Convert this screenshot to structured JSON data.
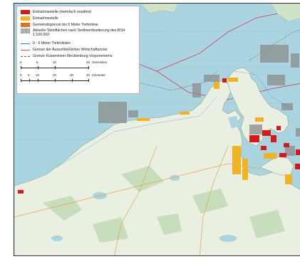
{
  "legend": {
    "items": [
      {
        "label": "Entnahmestelle (mehrfach erwähnt)",
        "color": "#d7191c"
      },
      {
        "label": "Entnahmestelle",
        "color": "#f0b323"
      },
      {
        "label": "Gemeindegrenze bis 6 Meter Tiefenlinie",
        "color": "#f0b323"
      },
      {
        "label": "Aktuelle Steinflächen nach Sedimentkartierung des BSH 1:100.000",
        "color": "#8c8c8c"
      },
      {
        "label": "0 - 6 Meter Tiefenlinien",
        "color": "#2c7bd6"
      },
      {
        "label": "Grenze der Ausschließlichen Wirtschaftszone",
        "color": "#cc4b6e"
      },
      {
        "label": "Grenze Küstenmeer Mecklenburg-Vorpommerns",
        "color": "#666666"
      }
    ],
    "scale_nm": {
      "ticks": [
        "0",
        "5",
        "10",
        "20"
      ],
      "unit": "Seemeilen"
    },
    "scale_km": {
      "ticks": [
        "0",
        "5",
        "10",
        "20",
        "30",
        "40"
      ],
      "unit": "Kilometer"
    }
  }
}
